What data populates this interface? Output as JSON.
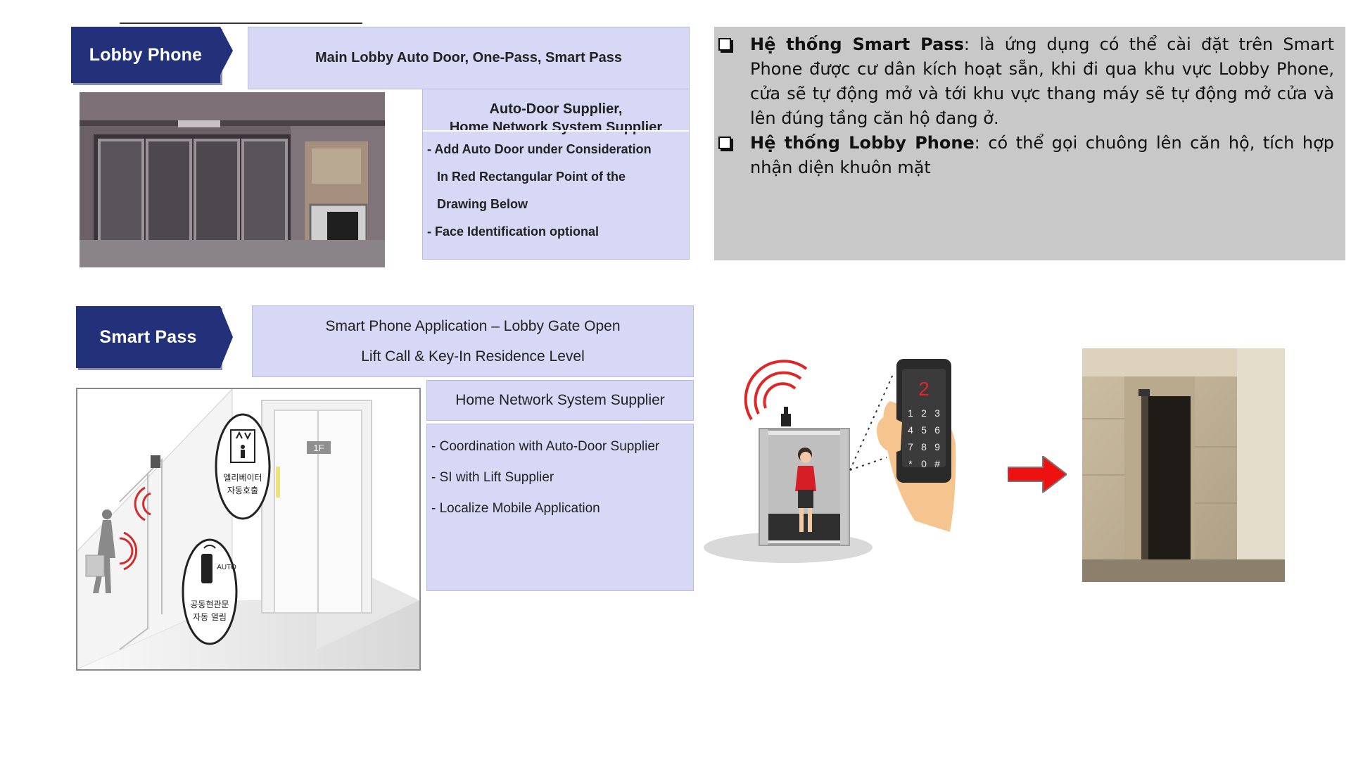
{
  "lobby": {
    "tag_label": "Lobby Phone",
    "header": "Main Lobby Auto Door, One-Pass, Smart Pass",
    "supplier_line1": "Auto-Door Supplier,",
    "supplier_line2": "Home Network System Supplier",
    "bullets": [
      "- Add Auto Door under Consideration",
      "In Red Rectangular Point of the",
      "Drawing Below",
      "- Face Identification optional"
    ]
  },
  "smartpass": {
    "tag_label": "Smart Pass",
    "header_line1": "Smart Phone Application – Lobby Gate Open",
    "header_line2": "Lift Call & Key-In Residence Level",
    "supplier": "Home Network System Supplier",
    "bullets": [
      "- Coordination with Auto-Door Supplier",
      "- SI with Lift Supplier",
      "- Localize Mobile Application"
    ],
    "diagram_floor_label": "1F",
    "diagram_korean_1a": "엘리베이터",
    "diagram_korean_1b": "자동호출",
    "diagram_korean_2a": "공동현관문",
    "diagram_korean_2b": "자동 열림",
    "diagram_auto_label": "AUTO"
  },
  "description": {
    "item1_bold": "Hệ thống Smart Pass",
    "item1_text": ": là ứng dụng có thể cài đặt trên Smart Phone được cư dân kích hoạt sẵn, khi đi qua khu vực Lobby Phone, cửa sẽ tự động mở và tới khu vực thang máy sẽ tự động mở cửa và lên đúng tầng căn hộ đang ở.",
    "item2_bold": "Hệ thống Lobby Phone",
    "item2_text": ": có thể gọi chuông lên căn hộ, tích hợp nhận diện khuôn mặt"
  },
  "phone_illustration": {
    "display_digit": "2",
    "keys": [
      "1",
      "2",
      "3",
      "4",
      "5",
      "6",
      "7",
      "8",
      "9",
      "*",
      "0",
      "#"
    ]
  },
  "colors": {
    "tag_navy": "#23307a",
    "panel_lavender": "#d6d8f5",
    "gray_panel": "#c8c8c8",
    "arrow_red": "#ee1111"
  }
}
